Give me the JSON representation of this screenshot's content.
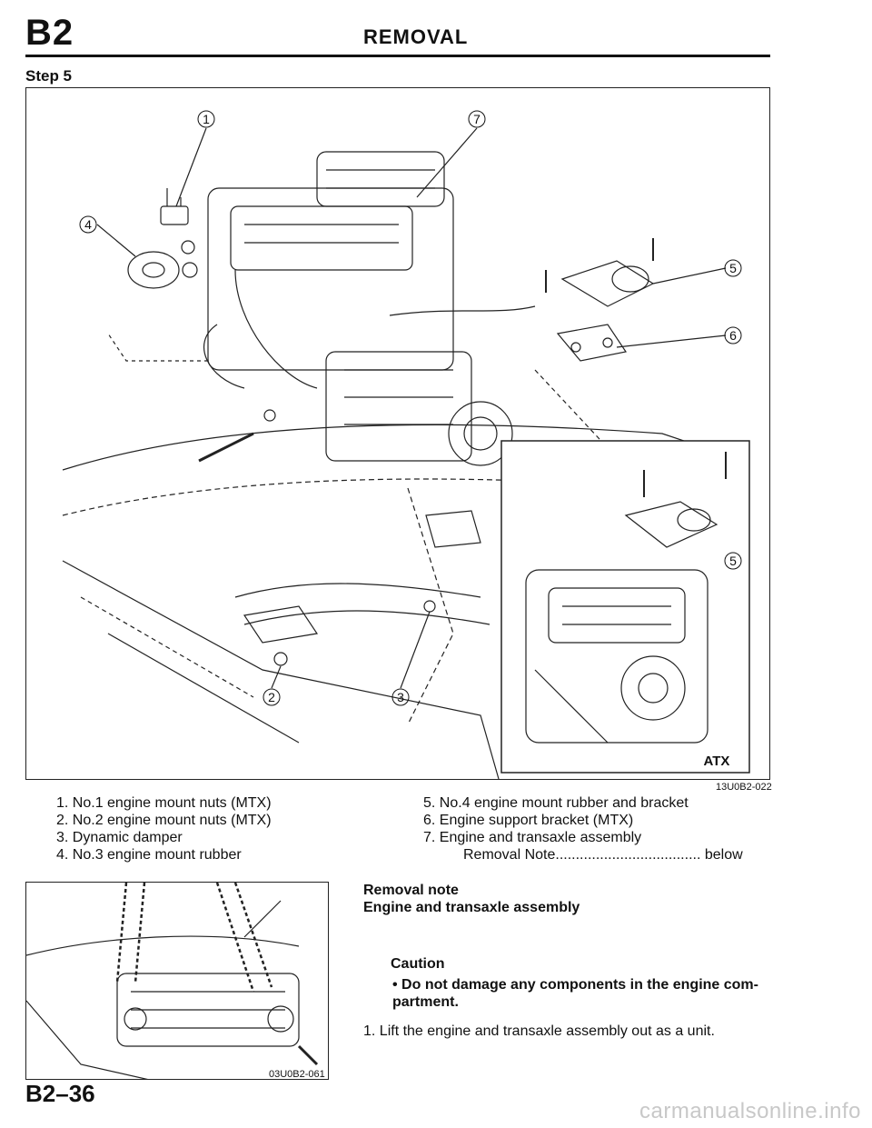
{
  "header": {
    "section_code": "B2",
    "title": "REMOVAL"
  },
  "step_label": "Step 5",
  "figure": {
    "code": "13U0B2-022",
    "callouts": [
      "1",
      "2",
      "3",
      "4",
      "5",
      "6",
      "7",
      "5"
    ],
    "inset_label": "ATX"
  },
  "legend": {
    "left": [
      "1. No.1 engine mount nuts (MTX)",
      "2. No.2 engine mount nuts (MTX)",
      "3. Dynamic damper",
      "4. No.3 engine mount rubber"
    ],
    "right": [
      "5. No.4 engine mount rubber and bracket",
      "6. Engine support bracket (MTX)",
      "7. Engine and transaxle assembly"
    ],
    "note_ref": {
      "label": "Removal Note",
      "dots": "....................................",
      "target": "below"
    }
  },
  "photo": {
    "code": "03U0B2-061"
  },
  "removal_note": {
    "heading": "Removal note",
    "subheading": "Engine and transaxle assembly",
    "caution_heading": "Caution",
    "caution_item": "Do not damage any components in the engine com-partment.",
    "steps": [
      "1. Lift the engine and transaxle assembly out as a unit."
    ]
  },
  "page_number": "B2–36",
  "watermark": "carmanualsonline.info"
}
